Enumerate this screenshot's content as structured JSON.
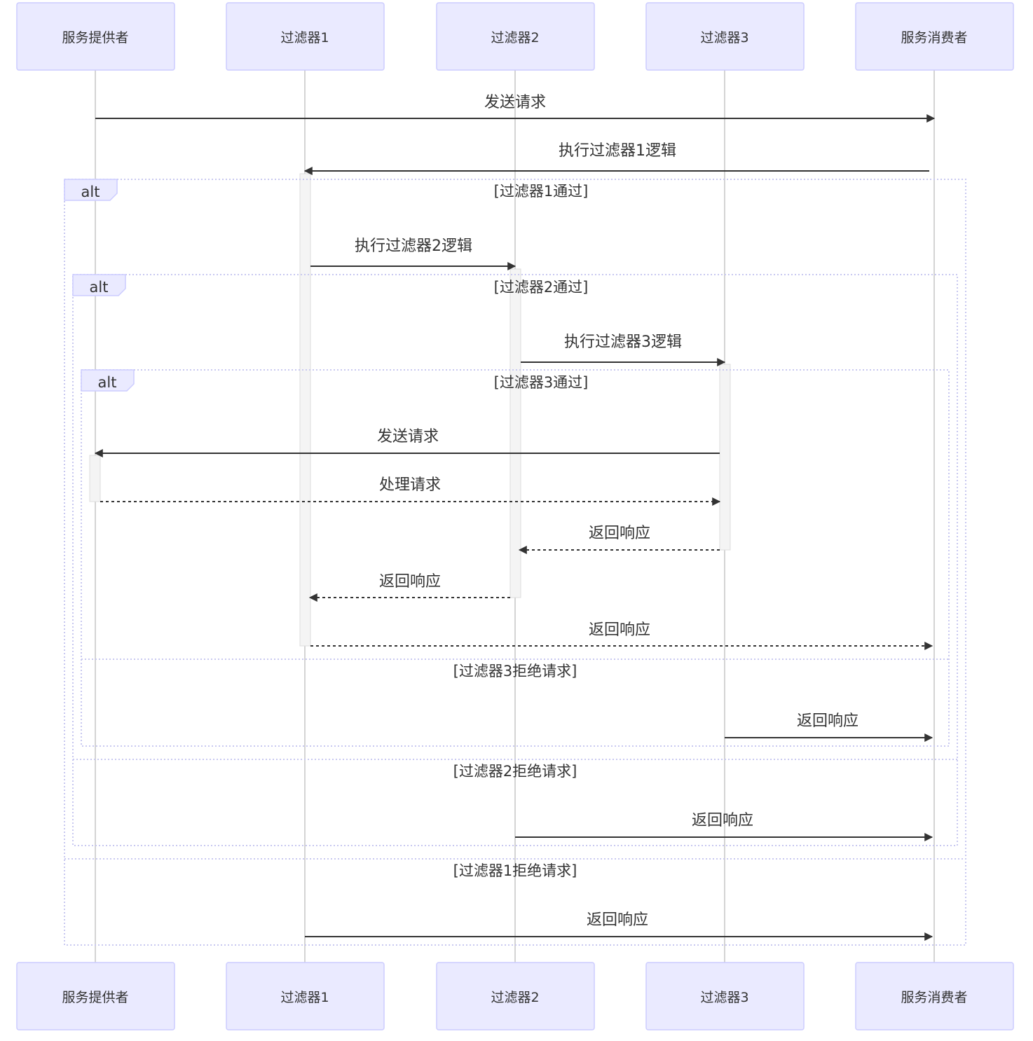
{
  "participants": [
    "服务提供者",
    "过滤器1",
    "过滤器2",
    "过滤器3",
    "服务消费者"
  ],
  "messages": [
    {
      "label": "发送请求",
      "from": 0,
      "to": 4,
      "style": "solid"
    },
    {
      "label": "执行过滤器1逻辑",
      "from": 4,
      "to": 1,
      "style": "solid"
    },
    {
      "label": "执行过滤器2逻辑",
      "from": 1,
      "to": 2,
      "style": "solid"
    },
    {
      "label": "执行过滤器3逻辑",
      "from": 2,
      "to": 3,
      "style": "solid"
    },
    {
      "label": "发送请求",
      "from": 3,
      "to": 0,
      "style": "solid"
    },
    {
      "label": "处理请求",
      "from": 0,
      "to": 3,
      "style": "dashed"
    },
    {
      "label": "返回响应",
      "from": 3,
      "to": 2,
      "style": "dashed"
    },
    {
      "label": "返回响应",
      "from": 2,
      "to": 1,
      "style": "dashed"
    },
    {
      "label": "返回响应",
      "from": 1,
      "to": 4,
      "style": "dashed"
    },
    {
      "label": "返回响应",
      "from": 3,
      "to": 4,
      "style": "solid"
    },
    {
      "label": "返回响应",
      "from": 2,
      "to": 4,
      "style": "solid"
    },
    {
      "label": "返回响应",
      "from": 1,
      "to": 4,
      "style": "solid"
    }
  ],
  "frames": [
    {
      "type": "alt",
      "condition": "[过滤器1通过]",
      "else_condition": "[过滤器1拒绝请求]"
    },
    {
      "type": "alt",
      "condition": "[过滤器2通过]",
      "else_condition": "[过滤器2拒绝请求]"
    },
    {
      "type": "alt",
      "condition": "[过滤器3通过]",
      "else_condition": "[过滤器3拒绝请求]"
    }
  ]
}
